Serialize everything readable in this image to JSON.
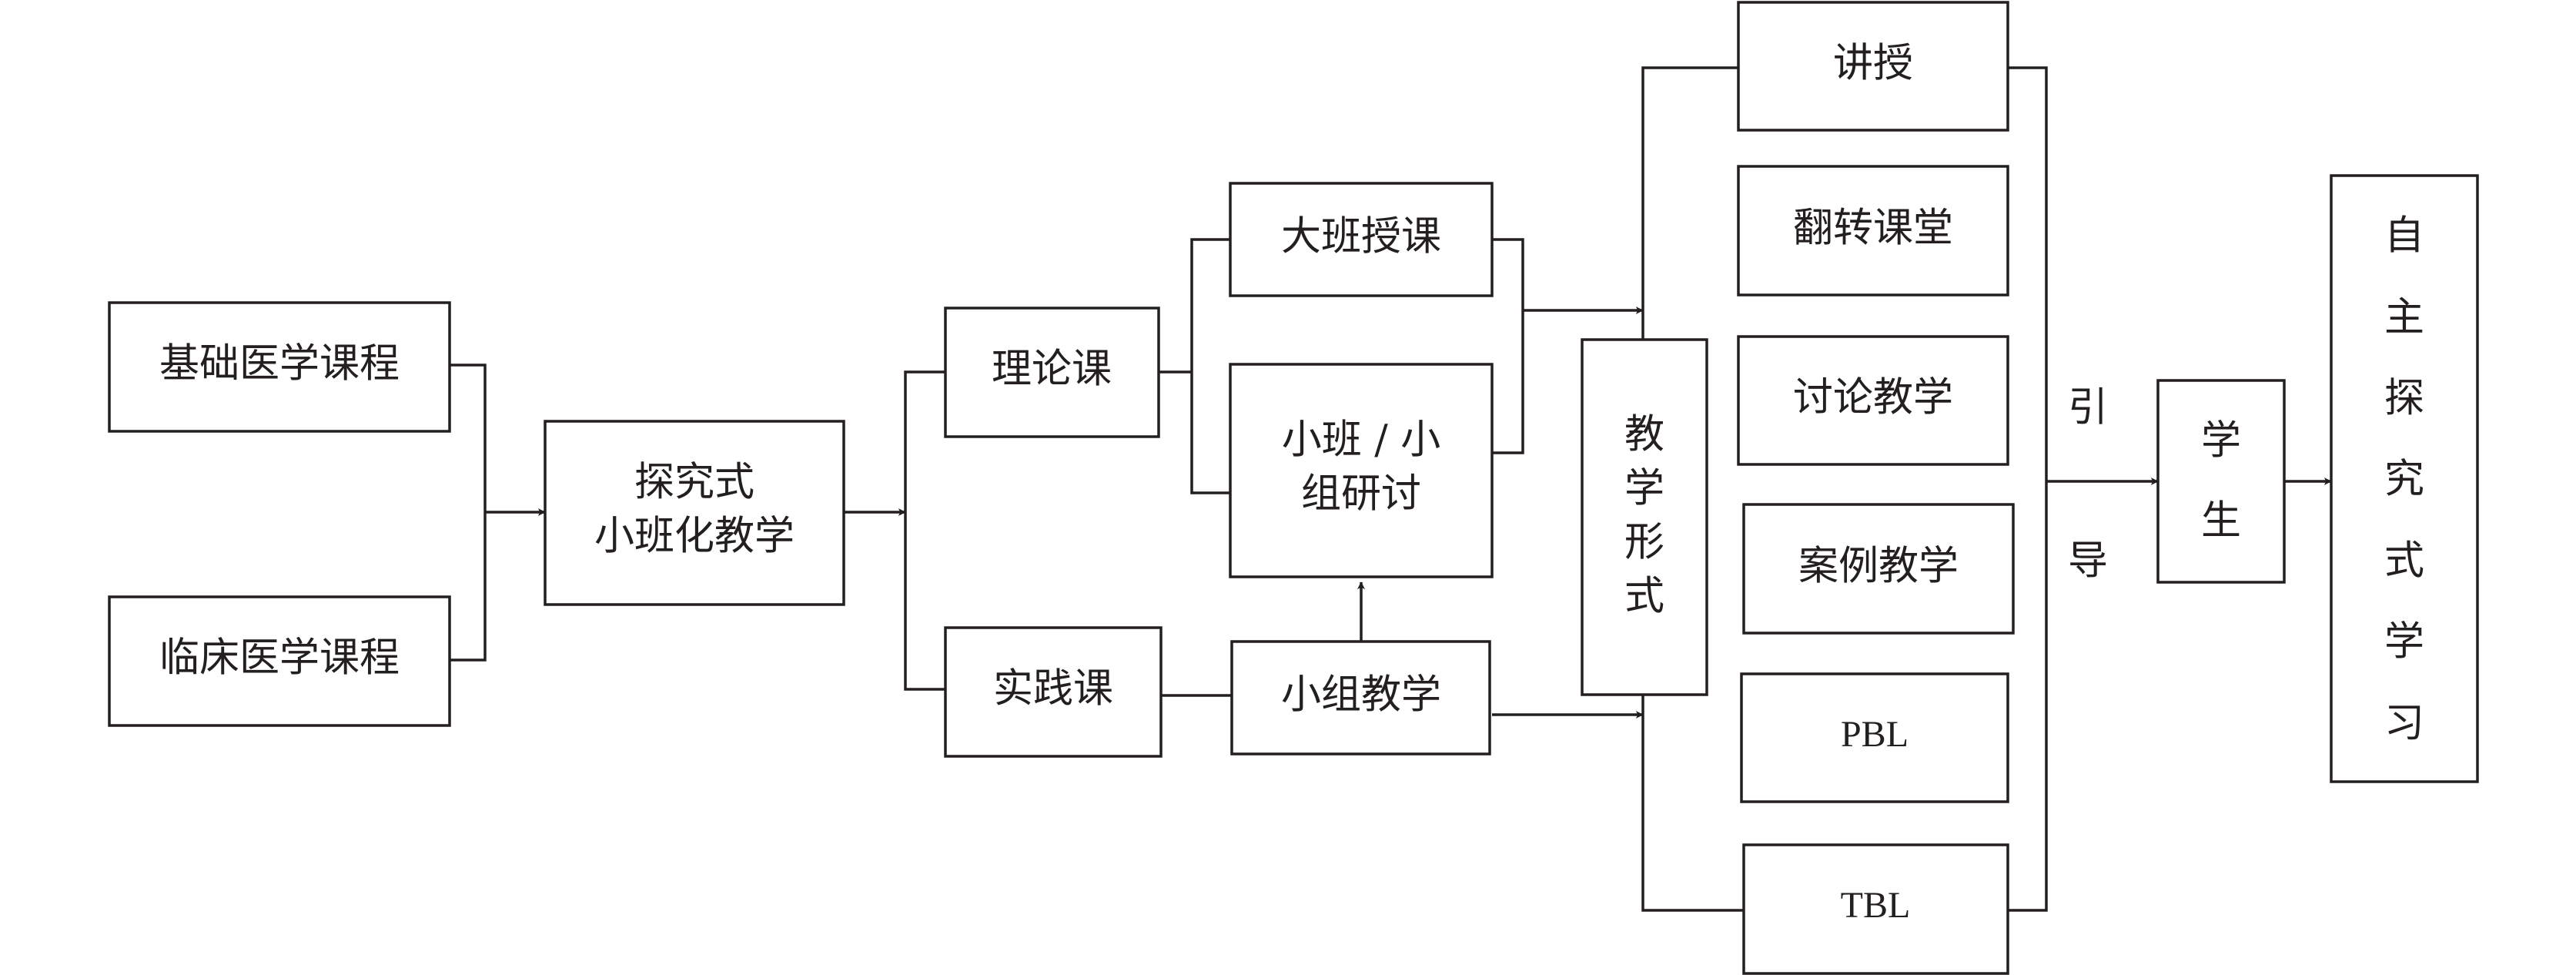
{
  "diagram": {
    "course_basic": "基础医学课程",
    "course_clinical": "临床医学课程",
    "method_line1": "探究式",
    "method_line2": "小班化教学",
    "theory": "理论课",
    "practice": "实践课",
    "large_class": "大班授课",
    "seminar_line1": "小班 / 小",
    "seminar_line2": "组研讨",
    "group_teaching": "小组教学",
    "teaching_form": [
      "教",
      "学",
      "形",
      "式"
    ],
    "forms": [
      "讲授",
      "翻转课堂",
      "讨论教学",
      "案例教学",
      "PBL",
      "TBL"
    ],
    "guide": [
      "引",
      "导"
    ],
    "student": [
      "学",
      "生"
    ],
    "outcome": [
      "自",
      "主",
      "探",
      "究",
      "式",
      "学",
      "习"
    ]
  },
  "colors": {
    "stroke": "#231f20",
    "background": "#ffffff"
  }
}
